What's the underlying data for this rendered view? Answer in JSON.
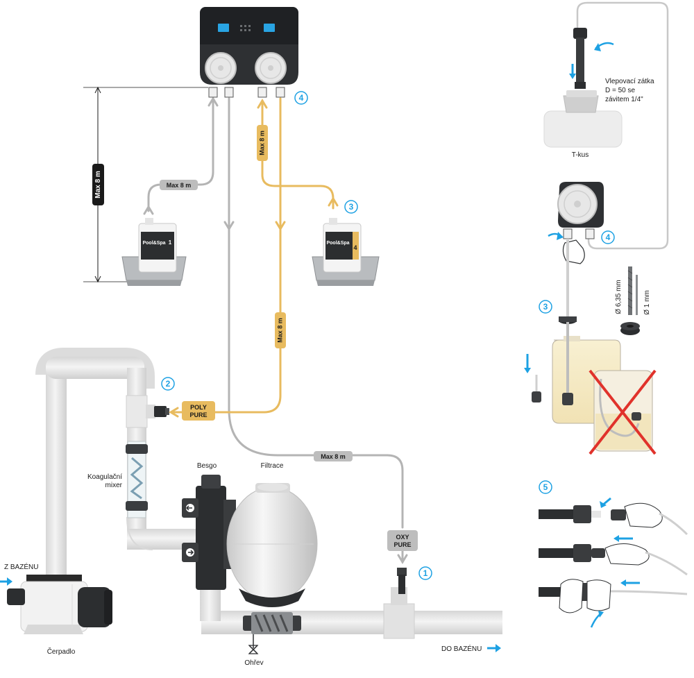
{
  "labels": {
    "max_8m_vertical": "Max 8 m",
    "max_8m_left": "Max 8 m",
    "max_8m_yellow_upper": "Max 8 m",
    "max_8m_yellow_lower": "Max 8 m",
    "max_8m_bottom": "Max 8 m",
    "poly_pure_line1": "POLY",
    "poly_pure_line2": "PURE",
    "oxy_pure_line1": "OXY",
    "oxy_pure_line2": "PURE",
    "koagulacni_line1": "Koagulační",
    "koagulacni_line2": "mixer",
    "besgo": "Besgo",
    "filtrace": "Filtrace",
    "z_bazenu": "Z BAZÉNU",
    "cerpadlo": "Čerpadlo",
    "ohrev": "Ohřev",
    "do_bazenu": "DO BAZÉNU",
    "t_kus": "T-kus",
    "vlepovaci_line1": "Vlepovací zátka",
    "vlepovaci_line2": "D = 50 se",
    "vlepovaci_line3": "závitem 1/4\"",
    "dia_635": "Ø 6,35 mm",
    "dia_1": "Ø 1 mm",
    "canister_left_brand": "Pool&Spa",
    "canister_left_num": "1",
    "canister_right_brand": "Pool&Spa",
    "canister_right_num": "4"
  },
  "steps": [
    "1",
    "2",
    "3",
    "4",
    "3",
    "4",
    "5"
  ],
  "colors": {
    "gray_hose": "#b4b4b4",
    "yellow_hose": "#e8bb5f",
    "accent_blue": "#1da1e3",
    "pipe": "#e6e6e6",
    "cross_red": "#e0322b"
  }
}
